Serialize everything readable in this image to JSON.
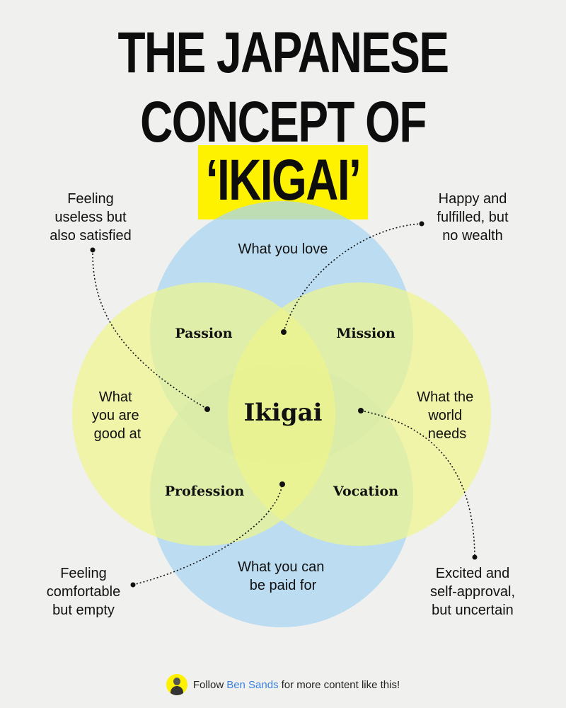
{
  "title": {
    "line1": "THE JAPANESE",
    "line2_prefix": "CONCEPT OF",
    "line2_highlight": "‘IKIGAI’",
    "highlight_color": "#fef200"
  },
  "colors": {
    "background": "#f0f0ef",
    "circle_blue": "#a9d6f2",
    "circle_yellow": "#eef58a"
  },
  "circles": {
    "top": "What you love",
    "left": "What you are good at",
    "right": "What the world needs",
    "bottom": "What you can be paid for"
  },
  "overlaps": {
    "passion": "Passion",
    "mission": "Mission",
    "profession": "Profession",
    "vocation": "Vocation",
    "center": "Ikigai"
  },
  "notes": {
    "top_left": "Feeling\nuseless but\nalso satisfied",
    "top_right": "Happy and\nfulfilled, but\nno wealth",
    "bottom_left": "Feeling\ncomfortable\nbut empty",
    "bottom_right": "Excited and\nself-approval,\nbut uncertain"
  },
  "footer": {
    "prefix": "Follow",
    "author": "Ben Sands",
    "suffix": "for more content like this!",
    "author_color": "#3b82e0",
    "avatar_icon": "profile-photo"
  }
}
